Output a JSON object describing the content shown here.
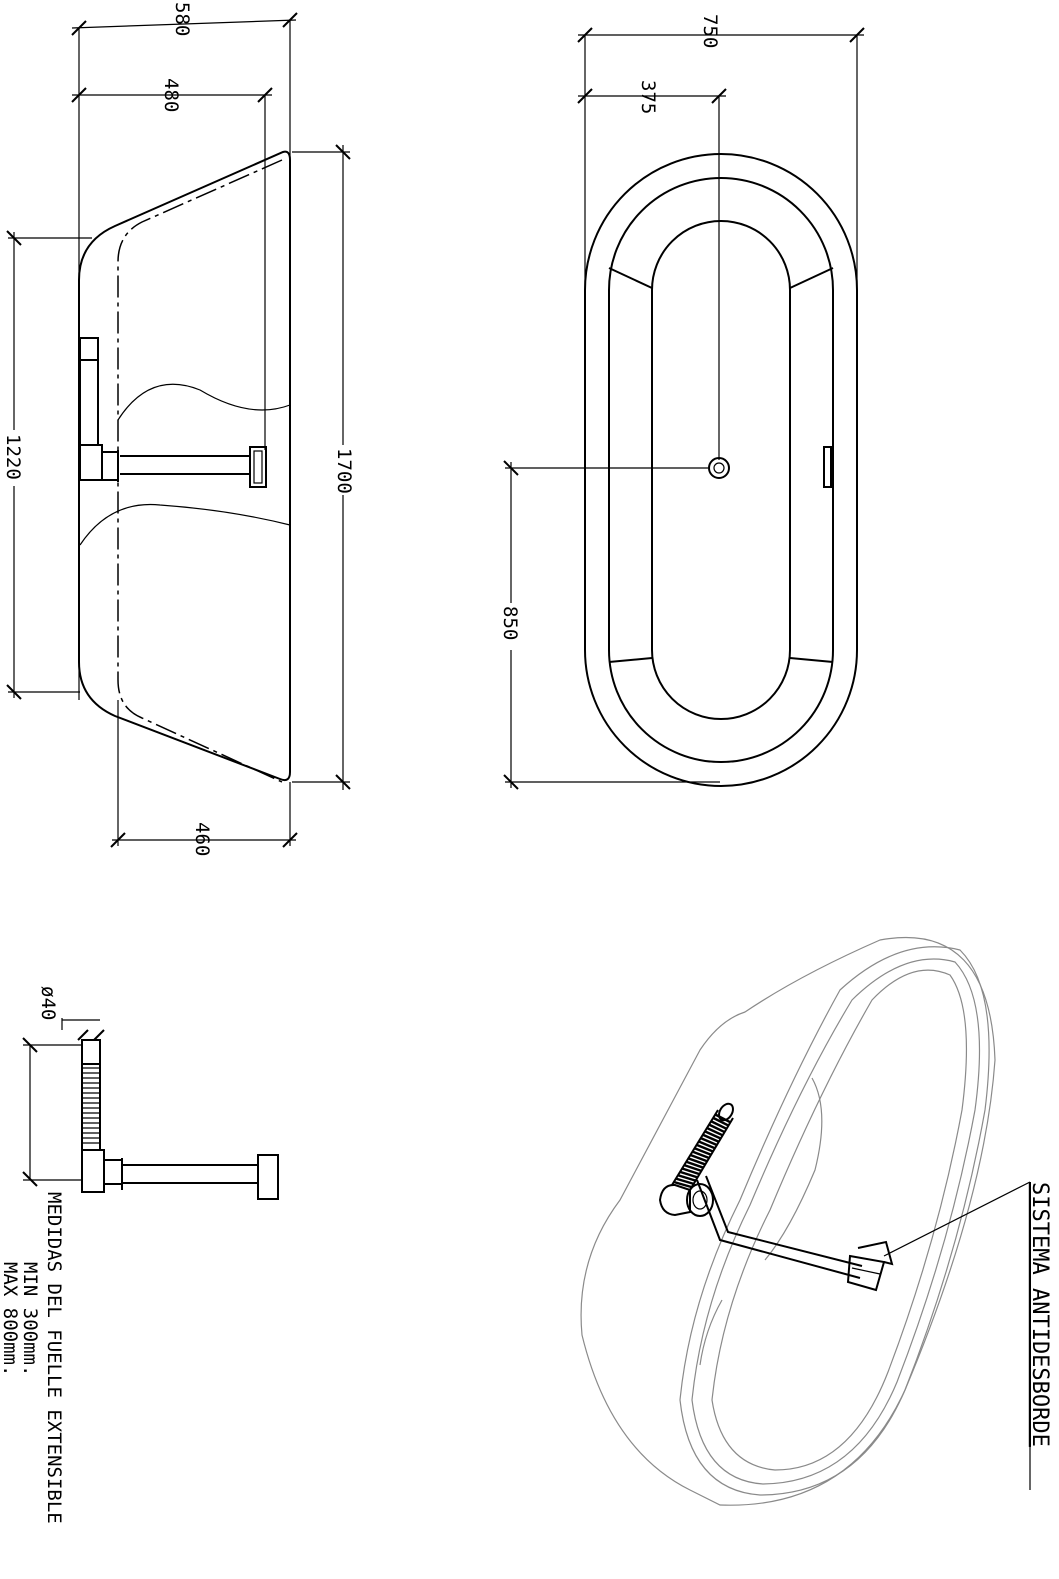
{
  "dimensions": {
    "side_total_width": "580",
    "side_inner_width": "480",
    "side_bottom_width": "460",
    "side_length": "1700",
    "side_inner_length": "1220",
    "plan_width": "750",
    "plan_half_width": "375",
    "plan_drain_offset": "850"
  },
  "detail": {
    "diameter_label": "ø40",
    "note_line1": "MEDIDAS DEL FUELLE EXTENSIBLE",
    "note_line2": "MIN 300mm.",
    "note_line3": "MAX 800mm."
  },
  "iso": {
    "callout_label": "SISTEMA ANTIDESBORDE"
  }
}
